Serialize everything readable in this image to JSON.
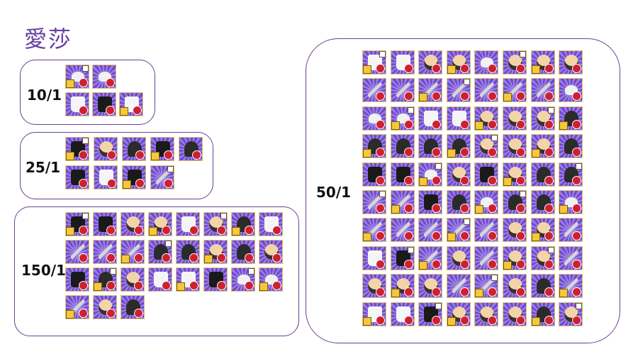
{
  "title": "愛莎",
  "colors": {
    "border": "#6b3e96",
    "title": "#6a3fa3",
    "tile_purple_dark": "#6c48c9",
    "tile_purple_light": "#9a7ce6",
    "badge_red": "#d02030",
    "badge_yellow": "#f4c83a"
  },
  "groups": [
    {
      "id": "g10",
      "label": "10/1",
      "rows": [
        [
          "accessory",
          "accessory"
        ],
        [
          "boots",
          "clothing",
          "boots"
        ]
      ]
    },
    {
      "id": "g25",
      "label": "25/1",
      "rows": [
        [
          "clothing",
          "face",
          "hair",
          "clothing",
          "hair"
        ],
        [
          "clothing",
          "boots",
          "clothing",
          "weapon"
        ]
      ]
    },
    {
      "id": "g150",
      "label": "150/1",
      "rows": [
        [
          "clothing",
          "clothing",
          "face",
          "face",
          "boots",
          "face",
          "hair",
          "boots"
        ],
        [
          "weapon",
          "weapon",
          "weapon",
          "hair",
          "hair",
          "face",
          "hair",
          "face"
        ],
        [
          "clothing",
          "hair",
          "face",
          "boots",
          "boots",
          "clothing",
          "accessory",
          "accessory"
        ],
        [
          "weapon",
          "face",
          "hair"
        ]
      ]
    },
    {
      "id": "g50",
      "label": "50/1",
      "rows": [
        [
          "boots",
          "boots",
          "face",
          "face",
          "accessory",
          "face",
          "face",
          "face"
        ],
        [
          "weapon",
          "weapon",
          "weapon",
          "weapon",
          "weapon",
          "weapon",
          "weapon",
          "accessory"
        ],
        [
          "accessory",
          "accessory",
          "boots",
          "boots",
          "face",
          "face",
          "face",
          "hair"
        ],
        [
          "hair",
          "hair",
          "hair",
          "hair",
          "face",
          "face",
          "face",
          "hair"
        ],
        [
          "clothing",
          "clothing",
          "accessory",
          "face",
          "clothing",
          "face",
          "hair",
          "hair"
        ],
        [
          "weapon",
          "weapon",
          "clothing",
          "hair",
          "accessory",
          "hair",
          "hair",
          "accessory"
        ],
        [
          "weapon",
          "weapon",
          "weapon",
          "weapon",
          "weapon",
          "face",
          "face",
          "weapon"
        ],
        [
          "boots",
          "clothing",
          "weapon",
          "face",
          "weapon",
          "face",
          "face",
          "weapon"
        ],
        [
          "face",
          "face",
          "face",
          "weapon",
          "weapon",
          "face",
          "hair",
          "weapon"
        ],
        [
          "boots",
          "boots",
          "clothing",
          "face",
          "face",
          "face",
          "hair",
          "face"
        ]
      ]
    }
  ]
}
